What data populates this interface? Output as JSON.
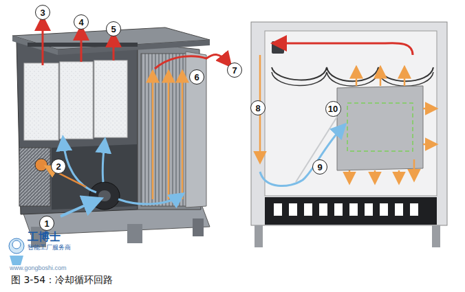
{
  "diagram": {
    "caption": "图 3-54：冷却循环回路",
    "nodes": [
      {
        "text": [
          "1"
        ]
      },
      {
        "text": [
          "2"
        ]
      },
      {
        "text": [
          "3"
        ]
      },
      {
        "text": [
          "4"
        ]
      },
      {
        "text": [
          "5"
        ]
      },
      {
        "text": [
          "6"
        ]
      },
      {
        "text": [
          "7"
        ]
      },
      {
        "text": [
          "8"
        ]
      },
      {
        "text": [
          "9"
        ]
      },
      {
        "text": [
          "10"
        ]
      }
    ],
    "labels": [
      "工博士",
      "智能工厂服务商",
      "www.gongboshi.com"
    ]
  }
}
